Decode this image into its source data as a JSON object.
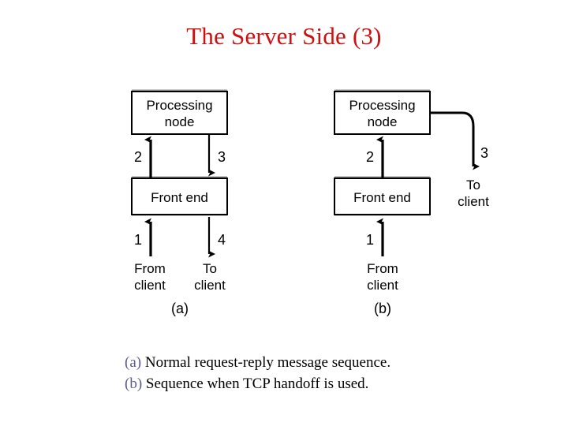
{
  "slide": {
    "title": "The Server Side (3)",
    "title_color": "#CC1111",
    "background_color": "#FFFFFF"
  },
  "figure": {
    "stroke_color": "#000000",
    "box_fill": "#FFFFFF",
    "label_font_size": 17,
    "panel_a": {
      "panel_label": "(a)",
      "boxes": [
        {
          "id": "processing-node",
          "label_line1": "Processing",
          "label_line2": "node"
        },
        {
          "id": "front-end",
          "label_line1": "Front end",
          "label_line2": ""
        }
      ],
      "arrows": [
        {
          "id": "arrow-1",
          "label": "1",
          "direction": "up",
          "endpoint_line1": "From",
          "endpoint_line2": "client"
        },
        {
          "id": "arrow-2",
          "label": "2",
          "direction": "up",
          "endpoint_line1": "",
          "endpoint_line2": ""
        },
        {
          "id": "arrow-3",
          "label": "3",
          "direction": "down",
          "endpoint_line1": "",
          "endpoint_line2": ""
        },
        {
          "id": "arrow-4",
          "label": "4",
          "direction": "down",
          "endpoint_line1": "To",
          "endpoint_line2": "client"
        }
      ]
    },
    "panel_b": {
      "panel_label": "(b)",
      "boxes": [
        {
          "id": "processing-node",
          "label_line1": "Processing",
          "label_line2": "node"
        },
        {
          "id": "front-end",
          "label_line1": "Front end",
          "label_line2": ""
        }
      ],
      "arrows": [
        {
          "id": "arrow-1",
          "label": "1",
          "direction": "up",
          "endpoint_line1": "From",
          "endpoint_line2": "client"
        },
        {
          "id": "arrow-2",
          "label": "2",
          "direction": "up",
          "endpoint_line1": "",
          "endpoint_line2": ""
        },
        {
          "id": "arrow-3",
          "label": "3",
          "direction": "curved-down",
          "endpoint_line1": "To",
          "endpoint_line2": "client"
        }
      ]
    }
  },
  "caption": {
    "tag_color": "#5B5B8C",
    "lines": [
      {
        "tag": "(a)",
        "text": " Normal request-reply message sequence."
      },
      {
        "tag": "(b)",
        "text": " Sequence when TCP handoff is used."
      }
    ]
  }
}
